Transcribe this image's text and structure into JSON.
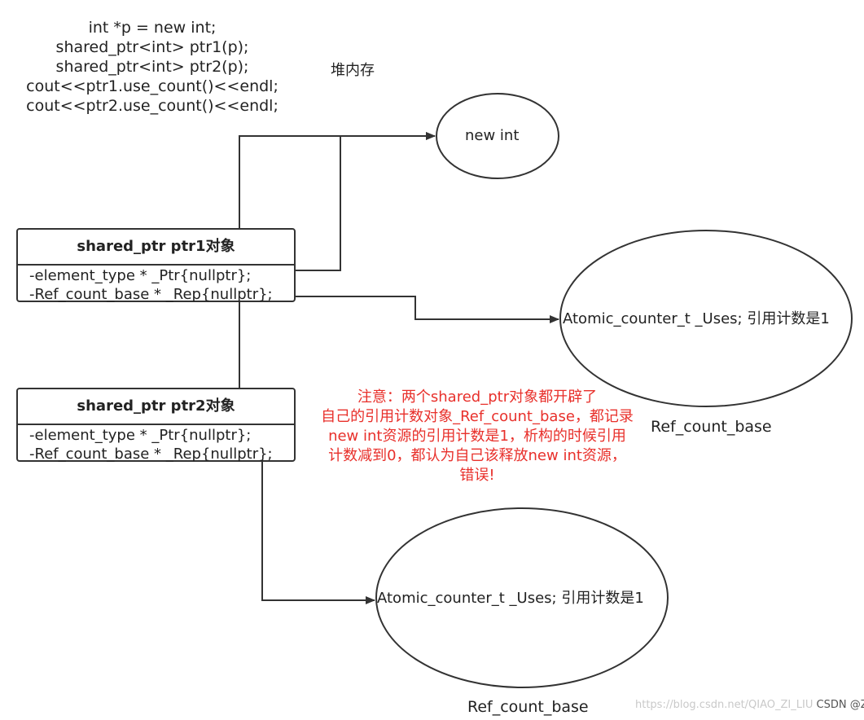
{
  "code_lines": [
    "int *p = new int;",
    "shared_ptr<int> ptr1(p);",
    "shared_ptr<int> ptr2(p);",
    "cout<<ptr1.use_count()<<endl;",
    "cout<<ptr2.use_count()<<endl;"
  ],
  "heap_label": "堆内存",
  "new_int_label": "new int",
  "ptr1_box": {
    "title": "shared_ptr ptr1对象",
    "field1": "-element_type * _Ptr{nullptr};",
    "field2": "-Ref_count_base * _Rep{nullptr};"
  },
  "ptr2_box": {
    "title": "shared_ptr ptr2对象",
    "field1": "-element_type * _Ptr{nullptr};",
    "field2": "-Ref_count_base * _Rep{nullptr};"
  },
  "ref_count_1": {
    "inner_text": "Atomic_counter_t _Uses;  引用计数是1",
    "caption": "Ref_count_base"
  },
  "ref_count_2": {
    "inner_text": "Atomic_counter_t _Uses;  引用计数是1",
    "caption": "Ref_count_base"
  },
  "note_lines": [
    "注意：两个shared_ptr对象都开辟了",
    "自己的引用计数对象_Ref_count_base，都记录",
    "new int资源的引用计数是1，析构的时候引用",
    "计数减到0，都认为自己该释放new int资源，",
    "错误!"
  ],
  "watermark": {
    "url": "https://blog.csdn.net/QIAO_ZI_LIU",
    "credit": "CSDN @Zip-List"
  },
  "colors": {
    "line": "#333333",
    "note": "#e8302b"
  }
}
